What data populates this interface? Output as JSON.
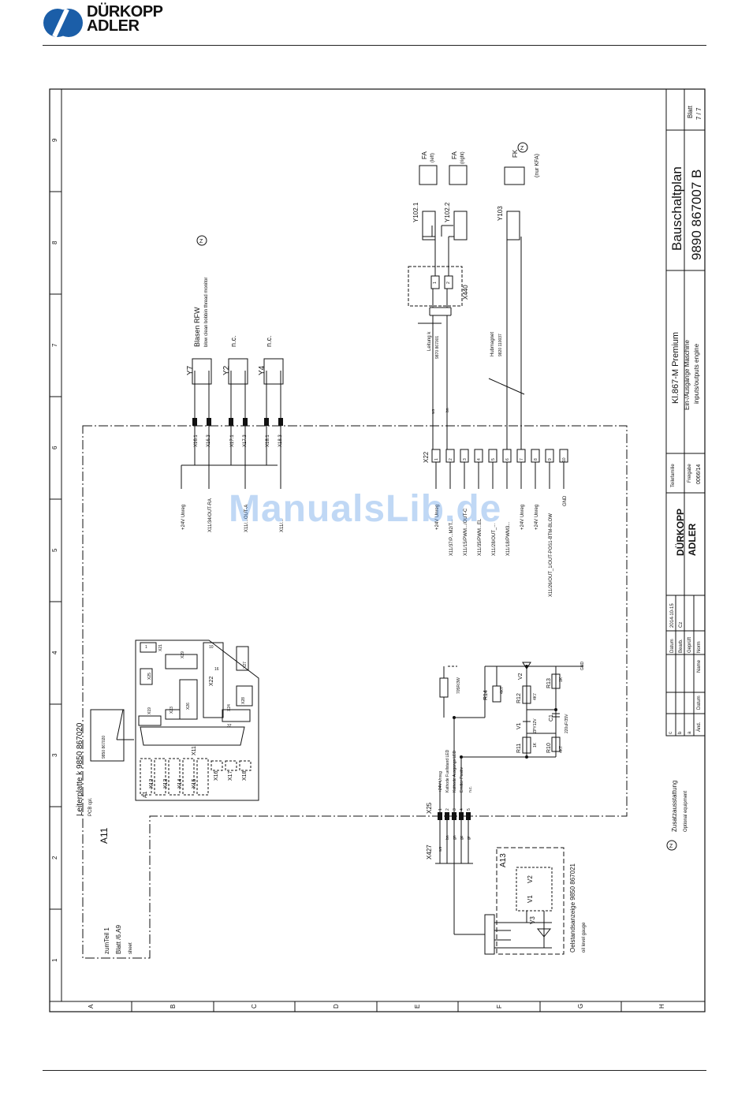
{
  "brand": {
    "line1": "DÜRKOPP",
    "line2": "ADLER"
  },
  "watermark": "ManualsLib.de",
  "grid": {
    "columns": [
      "1",
      "2",
      "3",
      "4",
      "5",
      "6",
      "7",
      "8",
      "9"
    ],
    "rows": [
      "A",
      "B",
      "C",
      "D",
      "E",
      "F",
      "G",
      "H"
    ]
  },
  "title_block": {
    "title": "Bauschaltplan",
    "doc_number": "9890 867007 B",
    "sheet_label": "Blatt",
    "sheet_value": "7 / 7",
    "machine": "Kl.867-M Premium",
    "desc_de": "Ein-/Ausgänge Maschine",
    "desc_en": "inputs/outputs engine",
    "family_label": "Teilefamilie",
    "release_label": "Freigabe",
    "release_value": "0066/14",
    "brand1": "DÜRKOPP",
    "brand2": "ADLER",
    "date_label": "Datum",
    "date_value": "2014-10-15",
    "bearb_label": "Bearb.",
    "bearb_value": "Cz",
    "gepr_label": "Geprüft",
    "norm_label": "Norm",
    "name_label": "Name",
    "aend_label": "Änd.",
    "datum2_label": "Datum",
    "rev": [
      "c",
      "b",
      "a"
    ]
  },
  "pcb": {
    "label": "Leiterplatte k 9850 867020",
    "sub": "PCB cpl.",
    "ref": "A11",
    "part": "9850 867020",
    "connectors": [
      "X11",
      "X12",
      "X13",
      "X14",
      "X15",
      "X16",
      "X17",
      "X18",
      "X19",
      "X21",
      "X22",
      "X23",
      "X24",
      "X25",
      "X26",
      "X27",
      "X28",
      "X29",
      "A1"
    ],
    "pin1": "1",
    "pin10": "10",
    "pin16": "16",
    "pin37": "37"
  },
  "tothe": {
    "line1": "zumTeil 1",
    "line2": "Blatt /6.A9",
    "line3": "sheet"
  },
  "valves_top": [
    {
      "ref": "Y7",
      "note_de": "Blasen RFW",
      "note_en": "blow clean bobbin thread monitor",
      "pin_a": "X16.1",
      "pin_b": "X16.3",
      "sig": "X11/34/OUT-RA"
    },
    {
      "ref": "Y2",
      "note_de": "n.c.",
      "note_en": "",
      "pin_a": "X17.1",
      "pin_b": "X17.3",
      "sig": "X11/...OUT-A"
    },
    {
      "ref": "Y4",
      "note_de": "n.c.",
      "note_en": "",
      "pin_a": "X18.1",
      "pin_b": "X18.3",
      "sig": "X11/..."
    }
  ],
  "supply_label": "+24V Unreg",
  "x22": {
    "ref": "X22",
    "pins": [
      "1",
      "2",
      "3",
      "4",
      "5",
      "6",
      "7",
      "8",
      "9",
      "10"
    ],
    "signals": [
      "+24V Unreg",
      "X11/37/P...M2/T...",
      "X11/15/PWM.../OUT-C",
      "X11/35/PWM...EL",
      "X11/28/OUT_...",
      "X11/18/PWM3...",
      "+24V Unreg",
      "+24V Unreg",
      "X11/26/OUT_1/OUT-POS1-BTM-BLOW",
      "GND"
    ]
  },
  "cable1": {
    "label": "Leitung k",
    "part": "9870 867001"
  },
  "hub": {
    "label": "Hubmagnet",
    "part": "9820 110037"
  },
  "x440": {
    "ref": "X440",
    "p1": "1",
    "p2": "2"
  },
  "y102_1": "Y102.1",
  "y102_2": "Y102.2",
  "y103": "Y103",
  "fa_left": {
    "ref": "FA",
    "side": "(left)"
  },
  "fa_right": {
    "ref": "FA",
    "side": "(right)"
  },
  "fk": {
    "ref": "FK",
    "note": "(nur KFA)"
  },
  "wire_colors": {
    "ws": "ws",
    "bn": "bn",
    "gn": "gn",
    "ge": "ge",
    "gr": "gr"
  },
  "x25": {
    "ref": "X25",
    "pins": [
      "1",
      "2",
      "3",
      "4",
      "5"
    ],
    "signals": [
      "+24V Unreg",
      "Kathode Fuellstand LED",
      "Kathode Ausgangs LED",
      "Emitter Positiv",
      "n.c."
    ]
  },
  "x427": {
    "ref": "X427"
  },
  "components": {
    "R14": "R14",
    "R14v": "4K7",
    "R14p": "705R/3W",
    "R12": "R12",
    "R12v": "4K7",
    "R13": "R13",
    "R13v": "1K",
    "R11": "R11",
    "R11v": "1K",
    "R10": "R10",
    "R10v": "4K7",
    "V1": "V1",
    "V1v": "ZPY12V",
    "V2": "V2",
    "C1": "C1",
    "C1v": "220uF/35V",
    "gnd": "GND"
  },
  "a13": {
    "ref": "A13",
    "label": "Oelstandsanzeige 9850 867021",
    "label_en": "oil level gauge",
    "v1": "V1",
    "v2": "V2",
    "v3": "V3"
  },
  "optional": {
    "symbol": "Z",
    "de": "Zusatzausstattung",
    "en": "Optional equipment"
  }
}
